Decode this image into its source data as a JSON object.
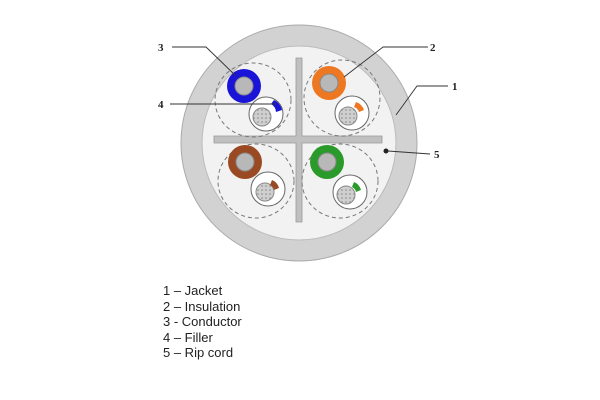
{
  "colors": {
    "jacket": "#d2d2d2",
    "jacket_inner": "#f2f2f2",
    "filler": "#c0c0c0",
    "pair_blue": "#1a14d8",
    "pair_orange": "#ee7722",
    "pair_brown": "#9a4a22",
    "pair_green": "#2a9a2a",
    "conductor": "#b8b8b8",
    "leader": "#333333"
  },
  "callouts": {
    "c1": "1",
    "c2": "2",
    "c3": "3",
    "c4": "4",
    "c5": "5"
  },
  "legend": [
    {
      "number": "1",
      "text": "1 – Jacket"
    },
    {
      "number": "2",
      "text": "2 – Insulation"
    },
    {
      "number": "3",
      "text": "3 - Conductor"
    },
    {
      "number": "4",
      "text": "4 – Filler"
    },
    {
      "number": "5",
      "text": "5 – Rip cord"
    }
  ]
}
